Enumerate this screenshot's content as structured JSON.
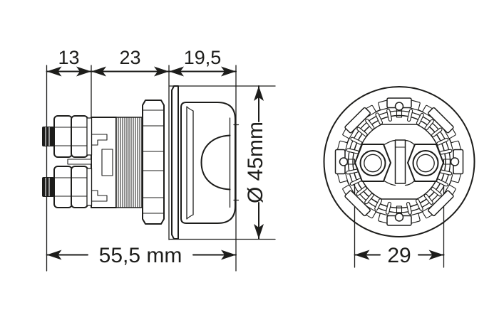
{
  "drawing": {
    "dimensions": {
      "top_segments": [
        "13",
        "23",
        "19,5"
      ],
      "overall_length": "55,5 mm",
      "front_diameter": "Ø 45mm",
      "terminal_spacing": "29"
    },
    "colors": {
      "line": "#1d1d1b",
      "background": "#ffffff"
    }
  }
}
